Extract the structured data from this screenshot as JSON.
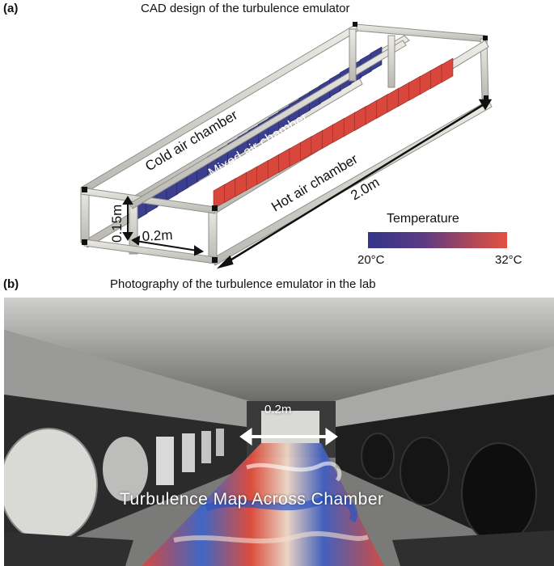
{
  "panel_a": {
    "label": "(a)",
    "title": "CAD design of the turbulence emulator",
    "labels": {
      "cold": "Cold air chamber",
      "mixed": "Mixed air chamber",
      "hot": "Hot air chamber",
      "length": "2.0m",
      "height": "0.15m",
      "width": "0.2m"
    },
    "legend": {
      "title": "Temperature",
      "min": "20°C",
      "max": "32°C",
      "colors": [
        "#34358a",
        "#e35043"
      ]
    }
  },
  "panel_b": {
    "label": "(b)",
    "title": "Photography of the turbulence emulator in the lab",
    "overlay": "Turbulence Map Across Chamber",
    "width_label": "0.2m"
  }
}
